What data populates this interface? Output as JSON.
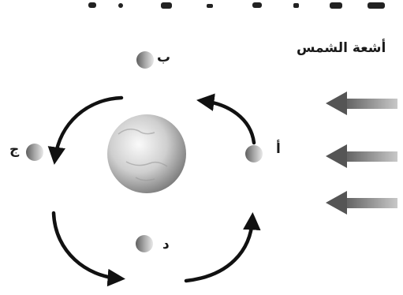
{
  "sunlight_label": "أشعة الشمس",
  "positions": {
    "a": "أ",
    "b": "ب",
    "j": "ج",
    "d": "د"
  },
  "colors": {
    "arrow": "#111111",
    "ray": "#6a6a6a",
    "moon_light": "#dcdcdc",
    "moon_dark": "#707070",
    "earth_light": "#f2f2f2",
    "earth_dark": "#8a8a8a"
  }
}
